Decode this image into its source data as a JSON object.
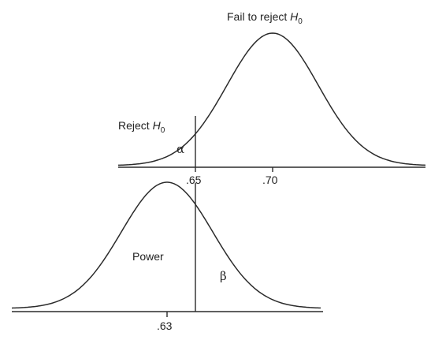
{
  "top": {
    "title_prefix": "Fail to reject ",
    "title_var": "H",
    "title_sub": "0",
    "reject_prefix": "Reject ",
    "reject_var": "H",
    "reject_sub": "0",
    "alpha": "α",
    "tick_cut": ".65",
    "tick_mean": ".70"
  },
  "bottom": {
    "power": "Power",
    "beta": "β",
    "tick_mean": ".63"
  }
}
